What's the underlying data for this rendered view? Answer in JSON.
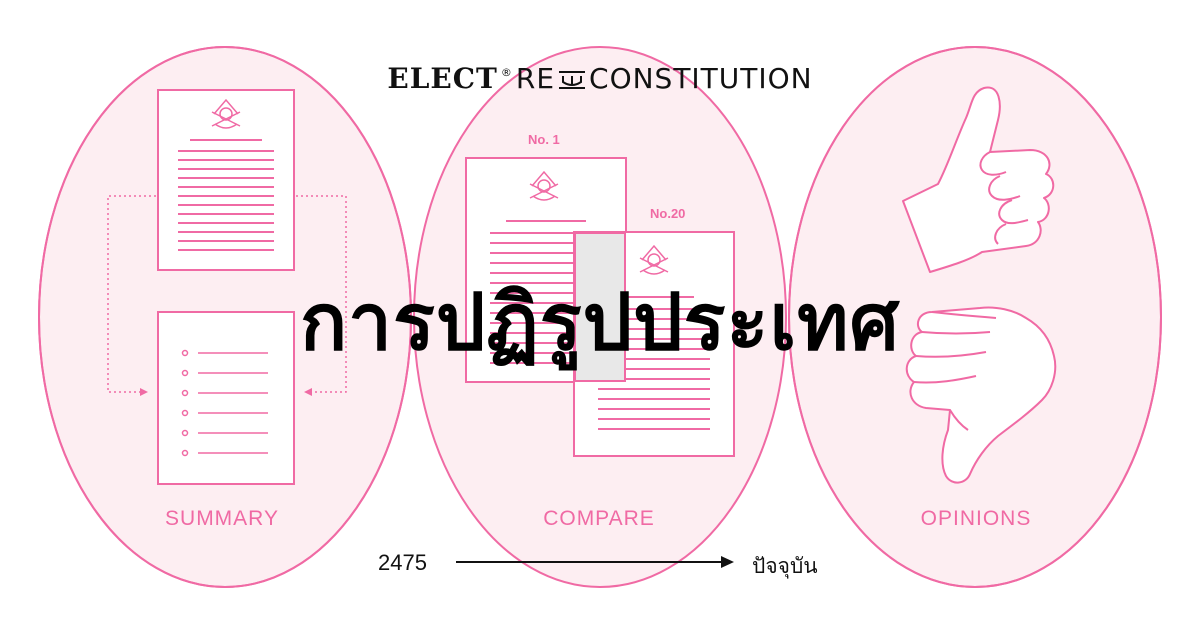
{
  "brand": {
    "part1": "ELECT",
    "mark": "®",
    "part2": "RE",
    "part3": "CONSTITUTION"
  },
  "title": "การปฏิรูปประเทศ",
  "sections": [
    {
      "label": "SUMMARY"
    },
    {
      "label": "COMPARE"
    },
    {
      "label": "OPINIONS"
    }
  ],
  "compare_docs": {
    "first_number": "No. 1",
    "second_number": "No.20"
  },
  "timeline": {
    "start": "2475",
    "end": "ปัจจุบัน"
  },
  "colors": {
    "accent": "#f06aa4",
    "fill": "#fdeef2",
    "overlap": "#e8e8e8",
    "text": "#111111"
  },
  "icons": [
    "constitution-emblem-icon",
    "thumbs-up-icon",
    "thumbs-down-icon",
    "arrow-right-icon"
  ]
}
